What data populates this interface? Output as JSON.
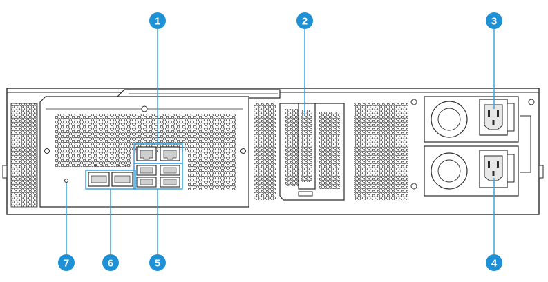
{
  "colors": {
    "callout": "#1e90d6",
    "callout_line": "#2aa0e0",
    "outline": "#2b2b2b",
    "chassis_fill": "#ffffff",
    "vent": "#3a3a3a"
  },
  "callouts": [
    {
      "id": "1",
      "label": "1"
    },
    {
      "id": "2",
      "label": "2"
    },
    {
      "id": "3",
      "label": "3"
    },
    {
      "id": "4",
      "label": "4"
    },
    {
      "id": "5",
      "label": "5"
    },
    {
      "id": "6",
      "label": "6"
    },
    {
      "id": "7",
      "label": "7"
    }
  ]
}
